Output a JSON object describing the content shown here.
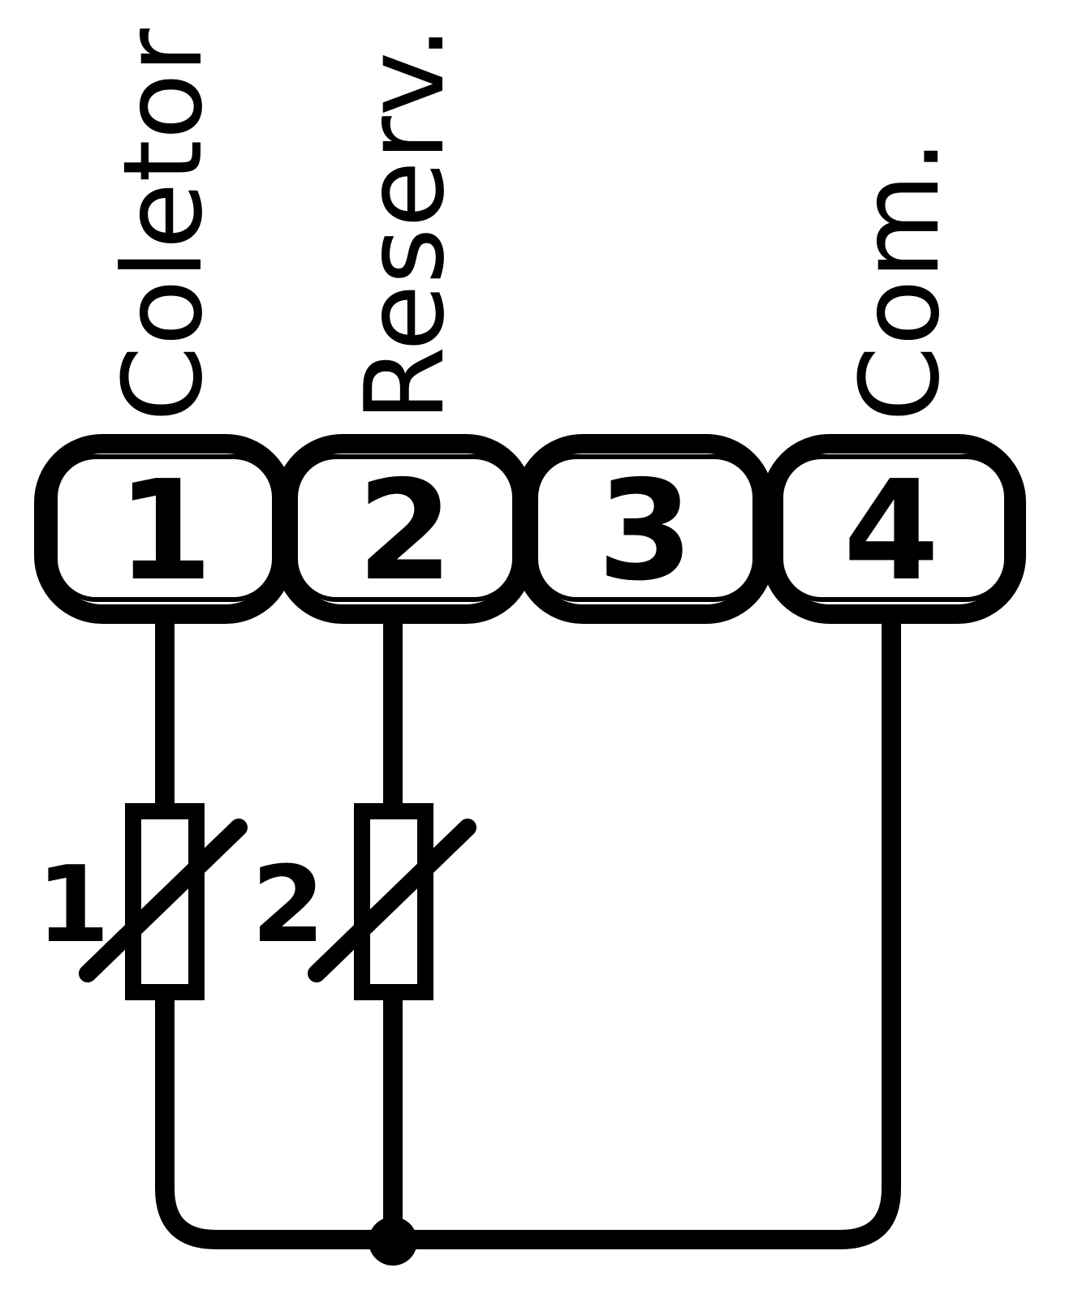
{
  "terminals": [
    {
      "number": "1",
      "label": "Coletor"
    },
    {
      "number": "2",
      "label": "Reserv."
    },
    {
      "number": "3",
      "label": ""
    },
    {
      "number": "4",
      "label": "Com."
    }
  ],
  "sensors": [
    {
      "label": "1"
    },
    {
      "label": "2"
    }
  ],
  "colors": {
    "line": "#000000",
    "background": "#ffffff"
  }
}
